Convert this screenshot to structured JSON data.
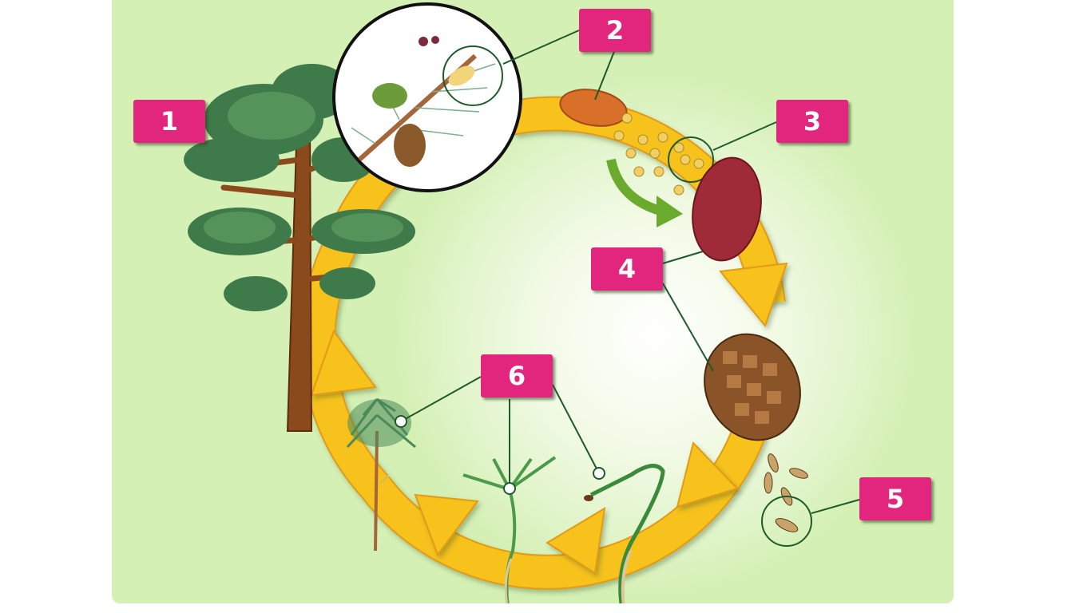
{
  "diagram": {
    "subject": "Pine tree life cycle",
    "colors": {
      "background": "#d4f0b4",
      "cycle_arrow": "#f7c21c",
      "cycle_arrow_outline": "#e39a14",
      "label_box": "#e3267d",
      "label_text": "#ffffff",
      "leader_line": "#1f5a2a",
      "flow_arrow": "#6aaa2c"
    },
    "labels": [
      {
        "id": "1",
        "text": "1",
        "points_to": "mature-pine-tree"
      },
      {
        "id": "2",
        "text": "2",
        "points_to": "male-pollen-cone"
      },
      {
        "id": "3",
        "text": "3",
        "points_to": "pollen-grains"
      },
      {
        "id": "4",
        "text": "4",
        "points_to": "female-cone"
      },
      {
        "id": "5",
        "text": "5",
        "points_to": "seed"
      },
      {
        "id": "6",
        "text": "6",
        "points_to": "seedlings"
      }
    ],
    "stages": [
      "mature-pine-tree",
      "branch-closeup",
      "male-pollen-cone",
      "pollen-grains",
      "female-cone",
      "mature-seed-cone",
      "falling-seeds",
      "germinating-seed",
      "seedling",
      "sapling"
    ]
  }
}
